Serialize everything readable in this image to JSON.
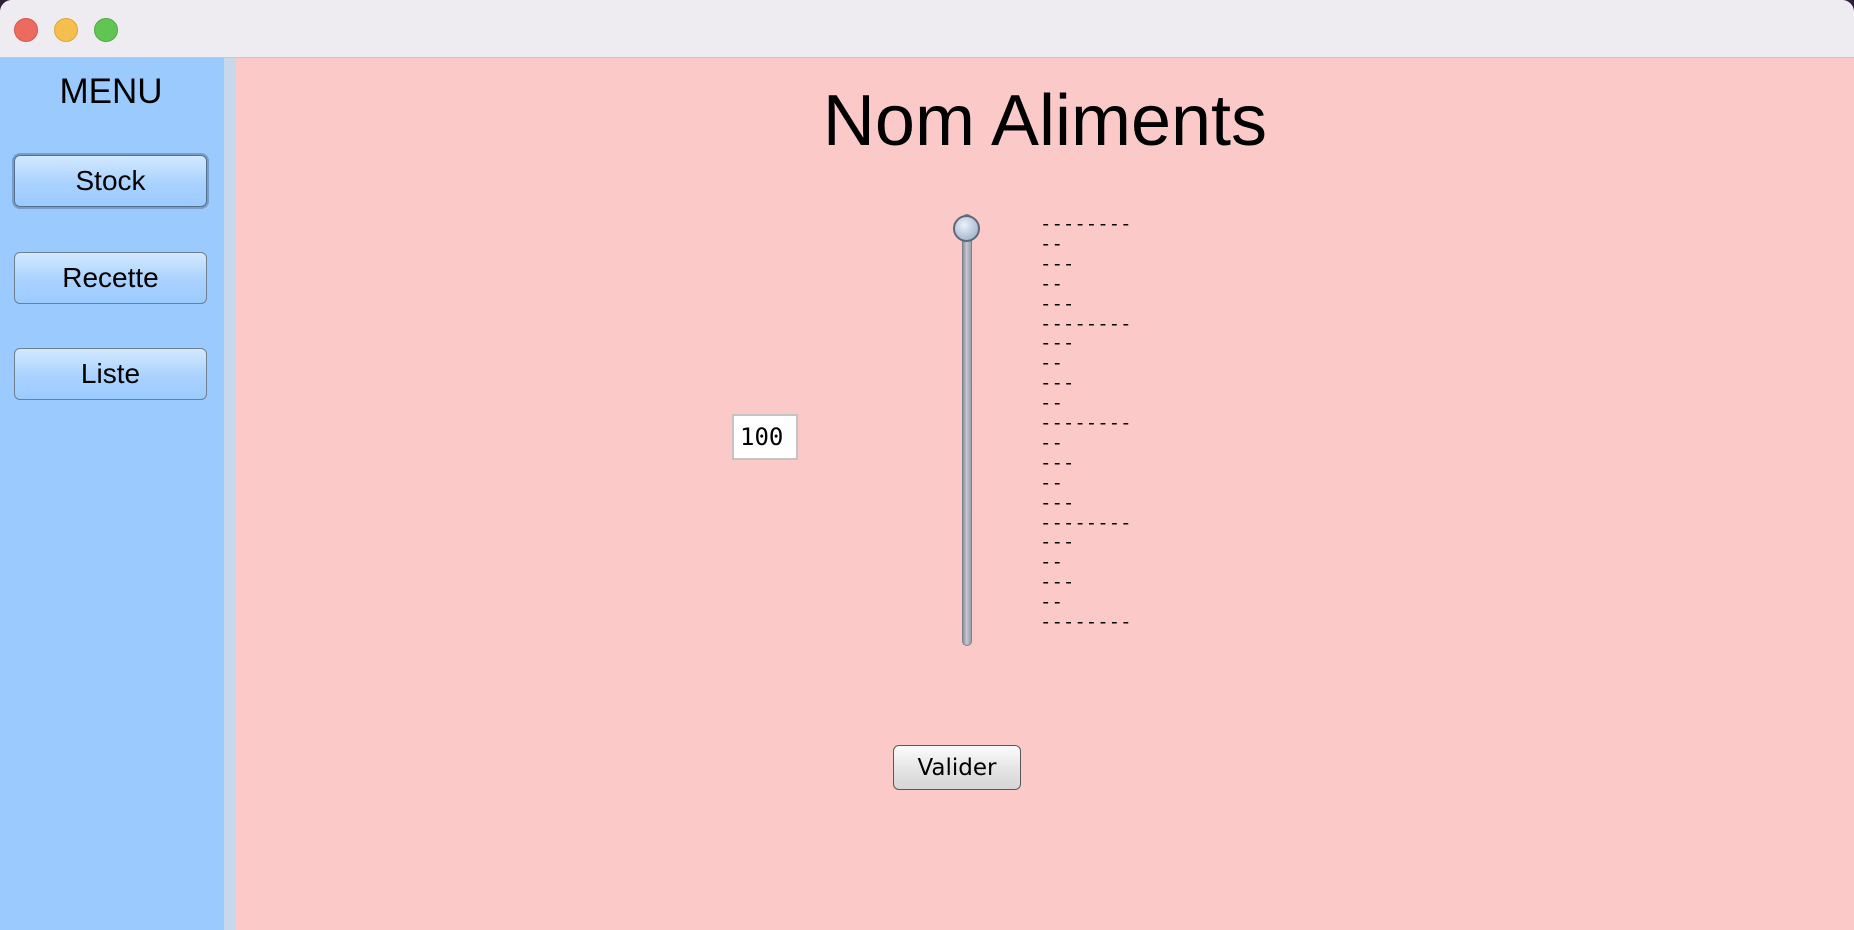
{
  "window": {
    "controls": [
      "close-button",
      "minimize-button",
      "zoom-button"
    ]
  },
  "sidebar": {
    "title": "MENU",
    "items": [
      {
        "label": "Stock",
        "focused": true
      },
      {
        "label": "Recette",
        "focused": false
      },
      {
        "label": "Liste",
        "focused": false
      }
    ]
  },
  "main": {
    "title": "Nom Aliments",
    "quantity_field": {
      "value": "100"
    },
    "slider": {
      "value": 100,
      "min": 0,
      "max": 100,
      "orientation": "vertical"
    },
    "tick_labels": [
      "--------",
      "--",
      "---",
      "--",
      "---",
      "--------",
      "---",
      "--",
      "---",
      "--",
      "--------",
      "--",
      "---",
      "--",
      "---",
      "--------",
      "---",
      "--",
      "---",
      "--",
      "--------"
    ],
    "validate_label": "Valider"
  },
  "colors": {
    "content_background": "#fcc9c9",
    "sidebar_background": "#9bcbfe",
    "titlebar": "#efecf1"
  }
}
